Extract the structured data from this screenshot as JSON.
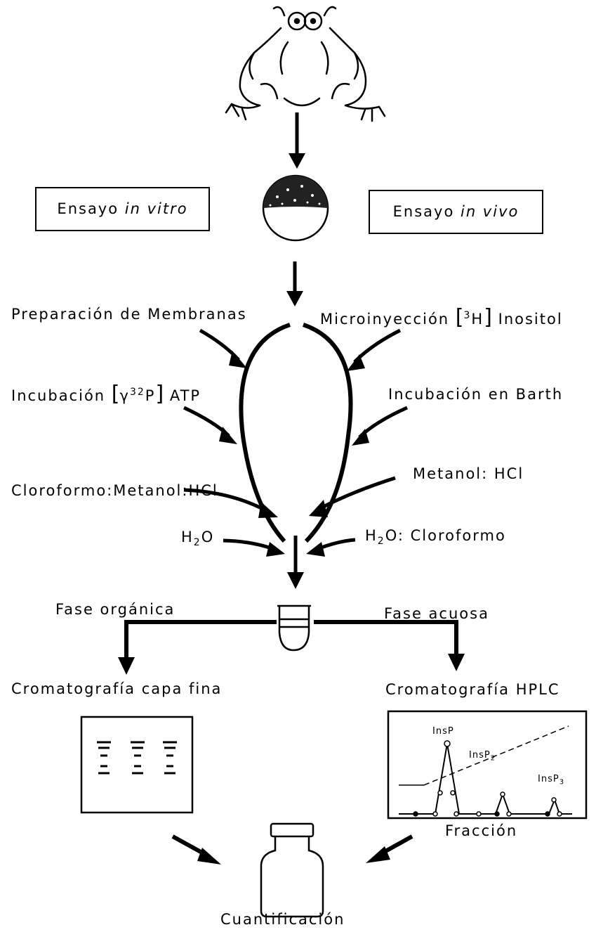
{
  "top": {
    "in_vitro_prefix": "Ensayo ",
    "in_vitro_em": "in vitro",
    "in_vivo_prefix": "Ensayo ",
    "in_vivo_em": "in vivo"
  },
  "left": {
    "membranas": "Preparación de Membranas",
    "incubacion_prefix": "Incubación ",
    "gamma": "γ",
    "sup32": "32",
    "P": "P",
    "atp": "ATP",
    "cloroformo_metanol_hcl": "Cloroformo:Metanol:HCl",
    "h2o_h": "H",
    "h2o_sub": "2",
    "h2o_o": "O"
  },
  "right": {
    "microinyeccion": "Microinyección ",
    "sup3": "3",
    "H": "H",
    "inositol": "Inositol",
    "barth": "Incubación en Barth",
    "metanol_hcl": "Metanol: HCl",
    "h2o_h": "H",
    "h2o_sub": "2",
    "h2o_rest": "O: Cloroformo"
  },
  "phases": {
    "organica": "Fase orgánica",
    "acuosa": "Fase acuosa"
  },
  "methods": {
    "tlc": "Cromatografía capa fina",
    "hplc": "Cromatografía HPLC"
  },
  "hplc_plot": {
    "insp": "InsP",
    "insp2_base": "InsP",
    "insp2_sub": "2",
    "insp3_base": "InsP",
    "insp3_sub": "3",
    "xlabel": "Fracción"
  },
  "final": {
    "cuantificacion": "Cuantificación"
  }
}
